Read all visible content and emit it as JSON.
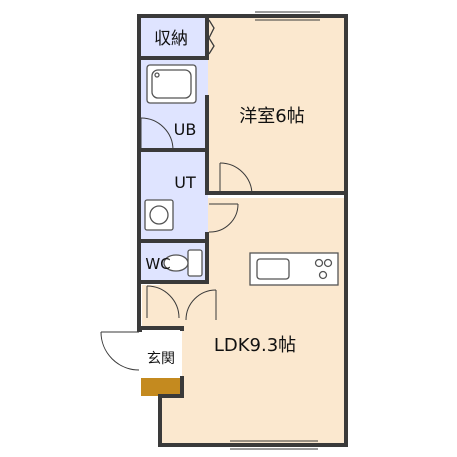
{
  "rooms": {
    "storage": "収納",
    "western_room": "洋室6帖",
    "bath": "UB",
    "utility": "UT",
    "toilet": "WC",
    "ldk": "LDK9.3帖",
    "entrance": "玄関"
  },
  "colors": {
    "wall": "#3a3a3a",
    "room_floor": "#fbe8cf",
    "wet_area": "#dfe4ff",
    "entrance_floor": "#ffffff",
    "entrance_step": "#c48a1f",
    "fixture_stroke": "#555555"
  }
}
